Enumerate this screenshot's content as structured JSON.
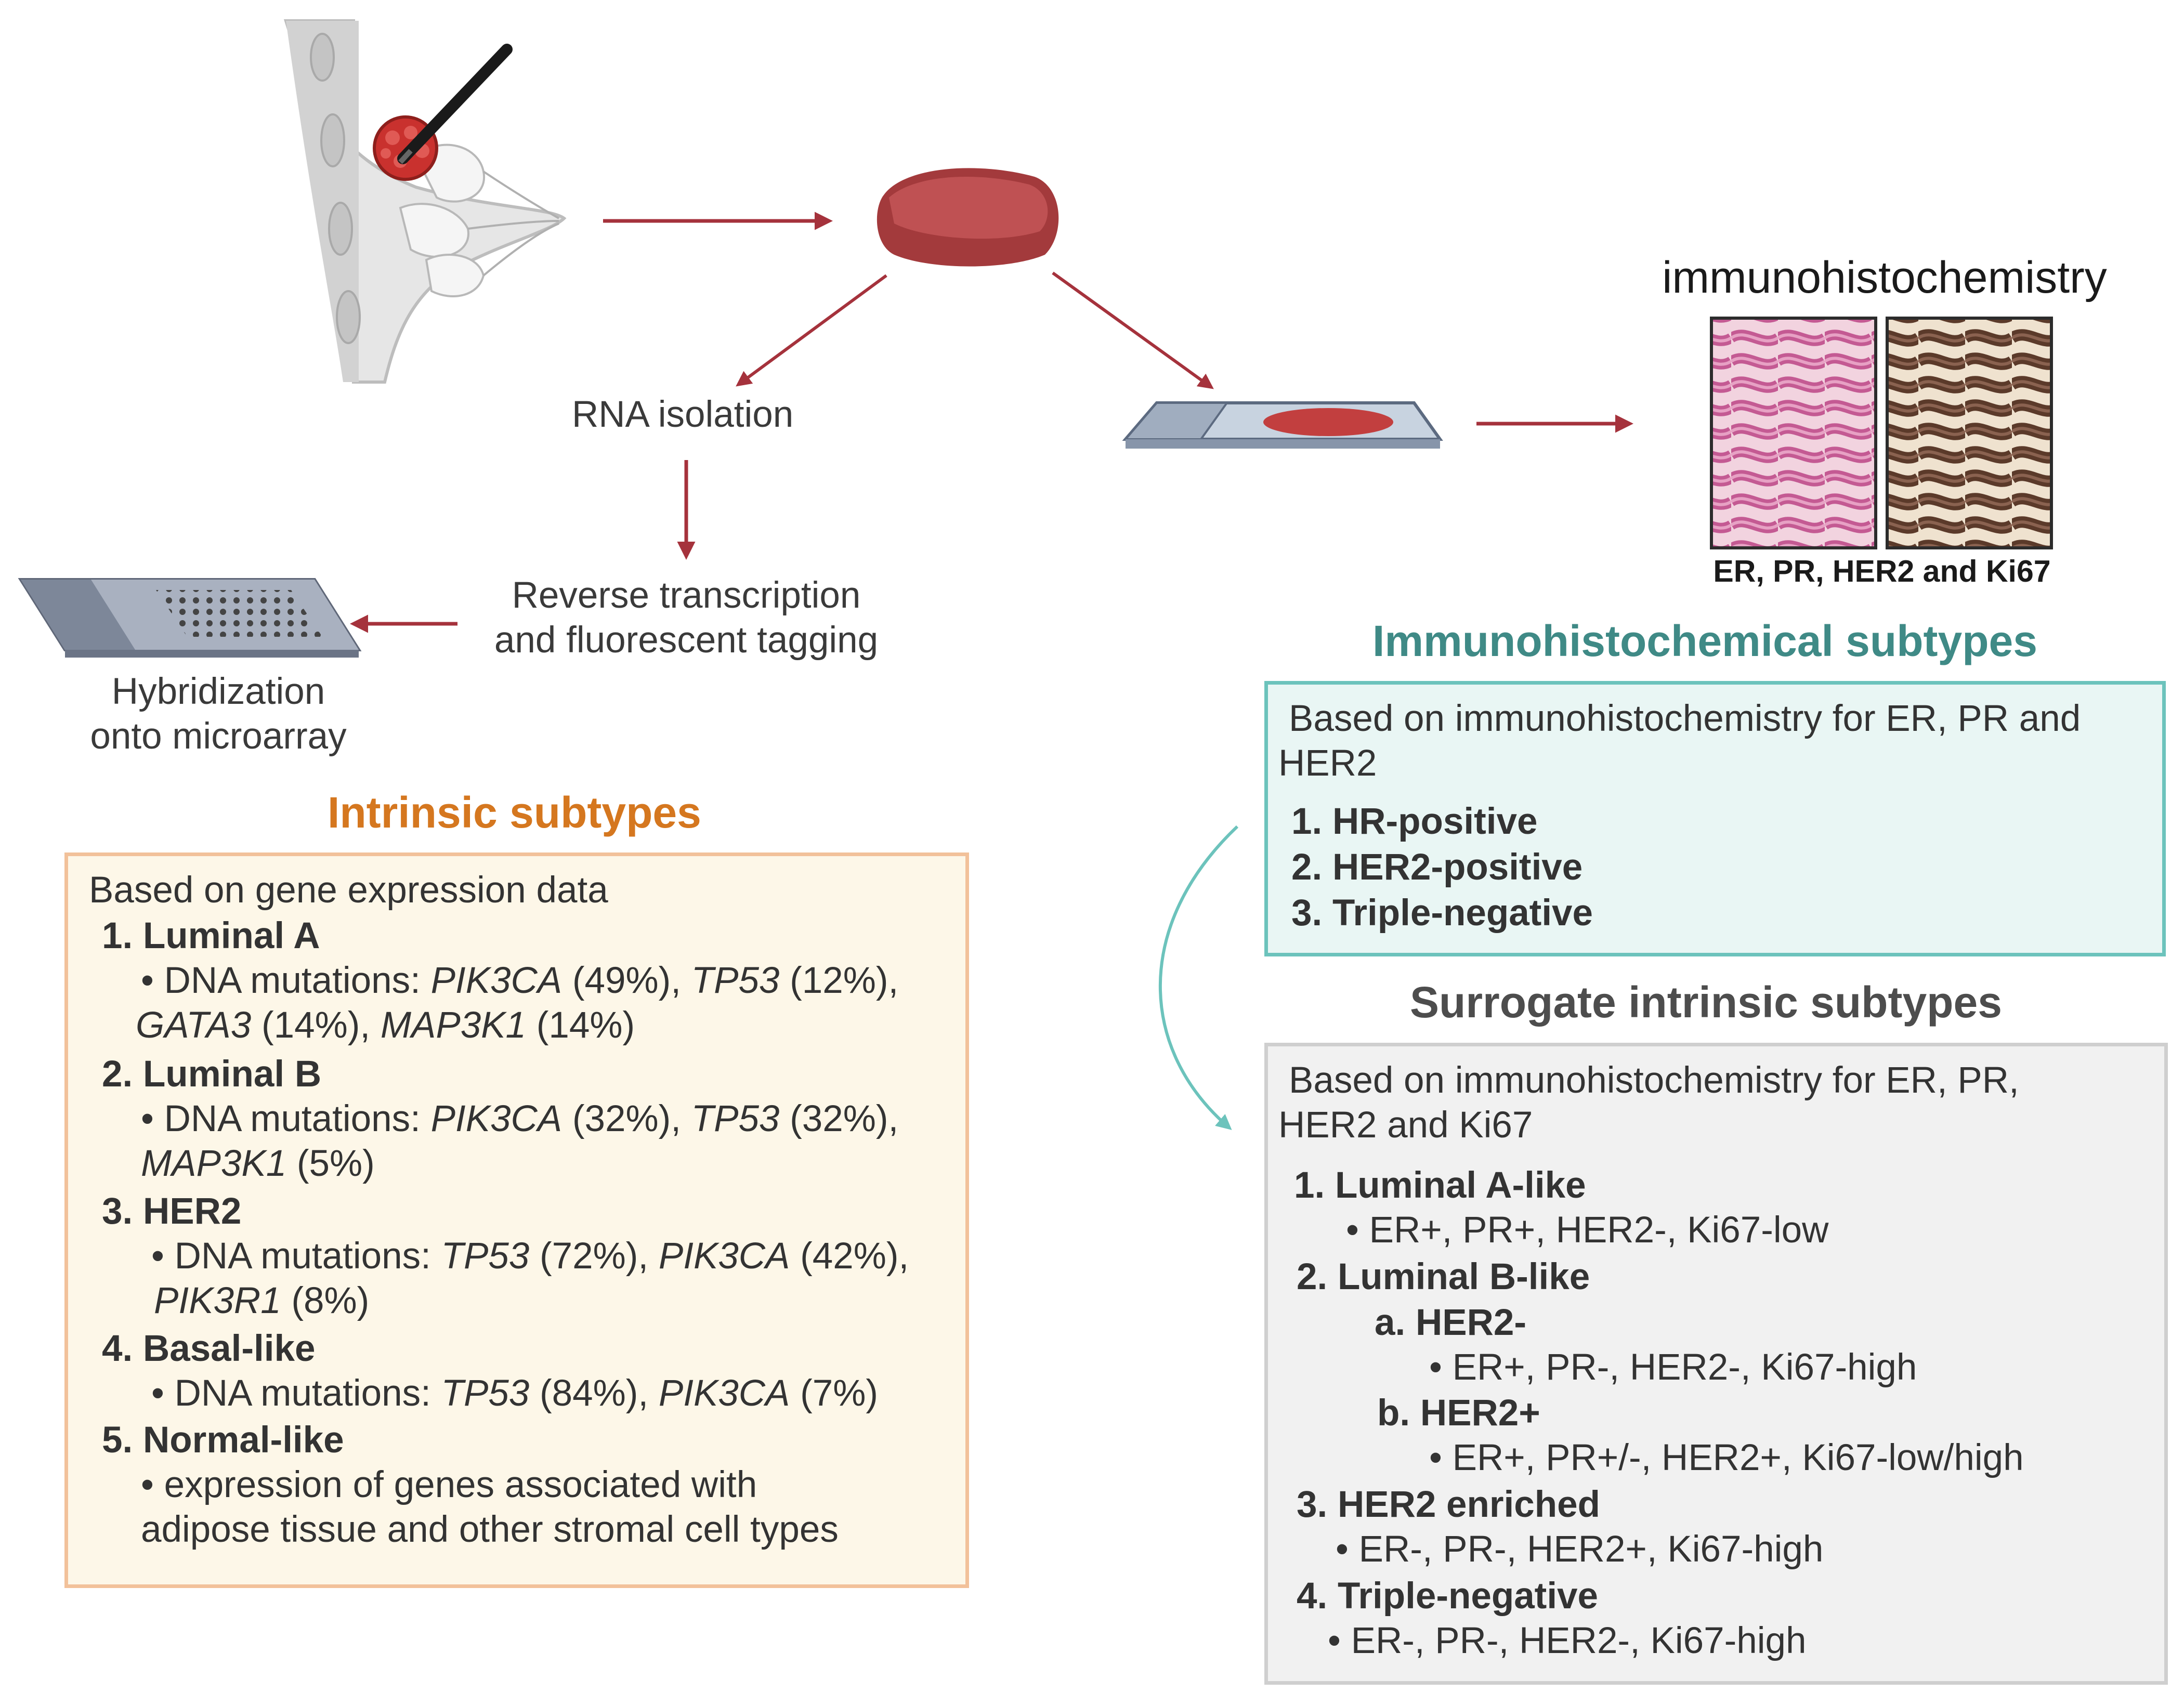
{
  "labels": {
    "rna_isolation": "RNA isolation",
    "reverse_transcription_1": "Reverse transcription",
    "reverse_transcription_2": "and fluorescent tagging",
    "hybridization_1": "Hybridization",
    "hybridization_2": "onto microarray",
    "ihc_title": "immunohistochemistry",
    "ihc_markers": "ER, PR, HER2 and Ki67"
  },
  "colors": {
    "arrow": "#a5323c",
    "intrinsic_heading": "#d5771f",
    "ihc_heading": "#3f8a86",
    "surrogate_heading": "#4d4d4d",
    "curved_arrow": "#6cc3bc"
  },
  "intrinsic": {
    "heading": "Intrinsic subtypes",
    "intro": "Based on gene expression data",
    "items": [
      {
        "title": "1. Luminal A",
        "line1": {
          "prefix": "• DNA mutations: ",
          "g1": "PIK3CA",
          "v1": " (49%), ",
          "g2": "TP53",
          "v2": " (12%),"
        },
        "line2": {
          "g1": "GATA3",
          "v1": " (14%), ",
          "g2": "MAP3K1",
          "v2": " (14%)"
        }
      },
      {
        "title": "2. Luminal B",
        "line1": {
          "prefix": "• DNA mutations: ",
          "g1": "PIK3CA",
          "v1": " (32%), ",
          "g2": "TP53",
          "v2": " (32%),"
        },
        "line2": {
          "g1": "MAP3K1",
          "v1": " (5%)"
        }
      },
      {
        "title": "3. HER2",
        "line1": {
          "prefix": "• DNA mutations: ",
          "g1": "TP53",
          "v1": " (72%), ",
          "g2": "PIK3CA",
          "v2": " (42%),"
        },
        "line2": {
          "g1": "PIK3R1",
          "v1": " (8%)"
        }
      },
      {
        "title": "4. Basal-like",
        "line1": {
          "prefix": "• DNA mutations: ",
          "g1": "TP53",
          "v1": " (84%), ",
          "g2": "PIK3CA",
          "v2": " (7%)"
        }
      },
      {
        "title": "5. Normal-like",
        "text1": "• expression of genes associated with",
        "text2": "adipose tissue and other stromal cell types"
      }
    ]
  },
  "ihc_subtypes": {
    "heading": "Immunohistochemical subtypes",
    "intro1": "Based on immunohistochemistry for ER, PR and",
    "intro2": "HER2",
    "items": [
      "1.  HR-positive",
      "2.  HER2-positive",
      "3.  Triple-negative"
    ]
  },
  "surrogate": {
    "heading": "Surrogate intrinsic subtypes",
    "intro1": "Based on immunohistochemistry for ER, PR,",
    "intro2": "HER2 and Ki67",
    "luminal_a": {
      "title": "1.  Luminal A-like",
      "detail": "• ER+, PR+, HER2-, Ki67-low"
    },
    "luminal_b": {
      "title": "2. Luminal B-like",
      "sub_a": {
        "title": "a.  HER2-",
        "detail": "• ER+, PR-, HER2-, Ki67-high"
      },
      "sub_b": {
        "title": "b. HER2+",
        "detail": "• ER+, PR+/-, HER2+, Ki67-low/high"
      }
    },
    "her2": {
      "title": "3. HER2 enriched",
      "detail": "• ER-, PR-, HER2+, Ki67-high"
    },
    "tn": {
      "title": "4. Triple-negative",
      "detail": "• ER-, PR-, HER2-, Ki67-high"
    }
  }
}
